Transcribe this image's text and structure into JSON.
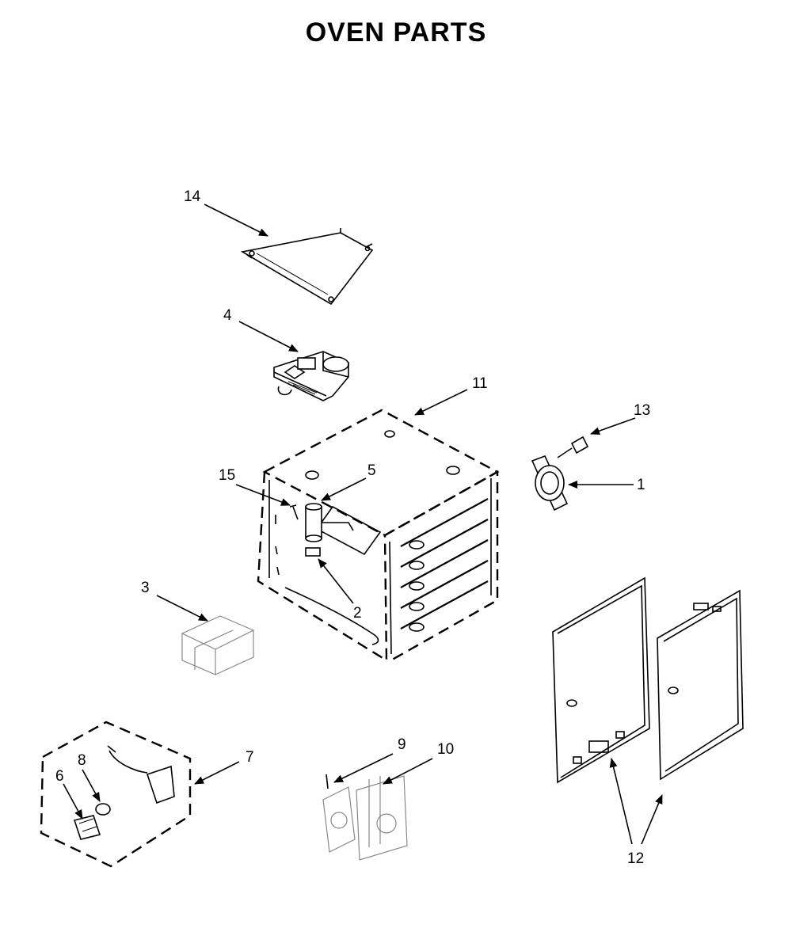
{
  "title": "OVEN PARTS",
  "callouts": {
    "c1": "1",
    "c2": "2",
    "c3": "3",
    "c4": "4",
    "c5": "5",
    "c6": "6",
    "c7": "7",
    "c8": "8",
    "c9": "9",
    "c10": "10",
    "c11": "11",
    "c12": "12",
    "c13": "13",
    "c14": "14",
    "c15": "15"
  }
}
